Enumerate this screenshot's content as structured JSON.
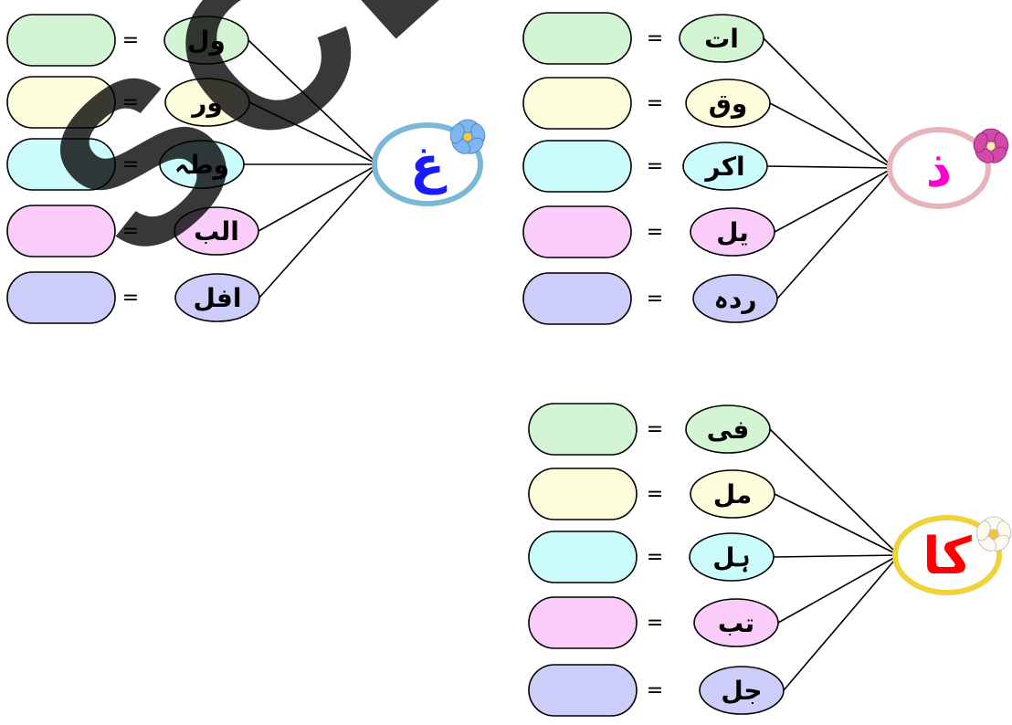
{
  "watermark_text": "SCERT TE",
  "equals_sign": "=",
  "row_colors": [
    "#d4f5d4",
    "#fdfddc",
    "#ccfbfb",
    "#f9ccf9",
    "#cdcdf9"
  ],
  "groups": [
    {
      "name": "ghain",
      "center_letter": "غ",
      "letter_color": "#1a1aff",
      "ring_color": "#7ab8d8",
      "flower": "blue-flower-icon",
      "fragments": [
        "ول",
        "ور",
        "وطہ",
        "الب",
        "افل"
      ]
    },
    {
      "name": "zaal",
      "center_letter": "ذ",
      "letter_color": "#ff00cc",
      "ring_color": "#e8b4bc",
      "flower": "pink-orchid-icon",
      "fragments": [
        "ات",
        "وق",
        "اکر",
        "یل",
        "ردہ"
      ]
    },
    {
      "name": "kaaf",
      "center_letter": "کا",
      "letter_color": "#ff0000",
      "ring_color": "#f0d23a",
      "flower": "white-flower-icon",
      "fragments": [
        "فی",
        "مل",
        "ہل",
        "تب",
        "جل"
      ]
    }
  ]
}
